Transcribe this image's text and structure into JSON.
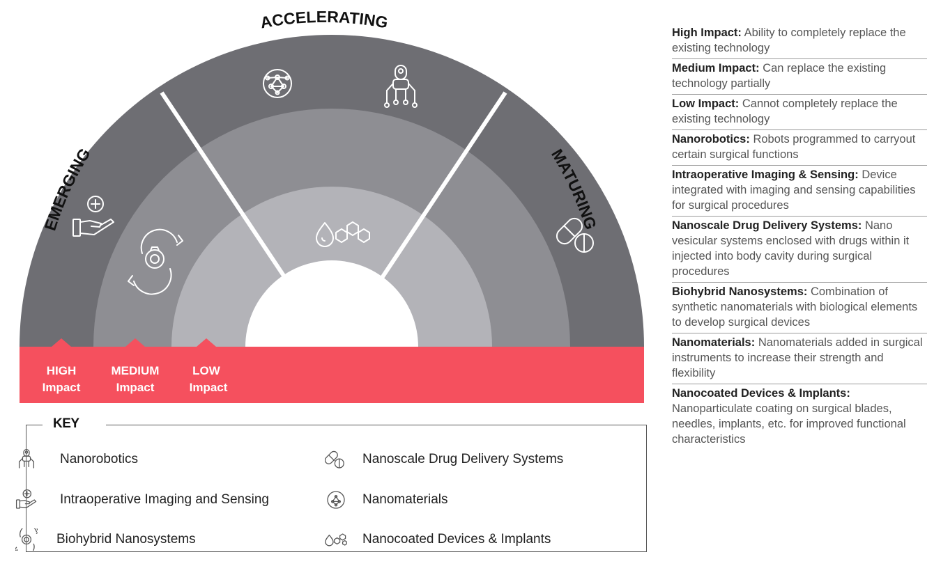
{
  "rings": {
    "emerging": "EMERGING",
    "accelerating": "ACCELERATING",
    "maturing": "MATURING"
  },
  "impact_levels": [
    {
      "level": "HIGH",
      "word": "Impact"
    },
    {
      "level": "MEDIUM",
      "word": "Impact"
    },
    {
      "level": "LOW",
      "word": "Impact"
    }
  ],
  "colors": {
    "outer_band": "#6e6e73",
    "middle_band": "#8e8e93",
    "inner_band": "#b3b3b8",
    "impact_bar": "#f5505e",
    "divider": "#ffffff"
  },
  "placements": [
    {
      "icon": "imaging-hand-icon",
      "technology": "Intraoperative Imaging and Sensing",
      "stage": "Emerging",
      "impact": "High"
    },
    {
      "icon": "biohybrid-cycle-icon",
      "technology": "Biohybrid Nanosystems",
      "stage": "Emerging",
      "impact": "Medium"
    },
    {
      "icon": "nanomaterials-network-icon",
      "technology": "Nanomaterials",
      "stage": "Accelerating",
      "impact": "High"
    },
    {
      "icon": "nanorobot-icon",
      "technology": "Nanorobotics",
      "stage": "Accelerating",
      "impact": "High"
    },
    {
      "icon": "nanocoated-molecule-icon",
      "technology": "Nanocoated Devices & Implants",
      "stage": "Accelerating",
      "impact": "Low"
    },
    {
      "icon": "capsule-pill-icon",
      "technology": "Nanoscale Drug Delivery Systems",
      "stage": "Maturing",
      "impact": "High"
    }
  ],
  "key": {
    "title": "KEY",
    "items": [
      {
        "icon": "nanorobot-icon",
        "label": "Nanorobotics"
      },
      {
        "icon": "imaging-hand-icon",
        "label": "Intraoperative Imaging and Sensing"
      },
      {
        "icon": "biohybrid-cycle-icon",
        "label": "Biohybrid Nanosystems"
      },
      {
        "icon": "capsule-pill-icon",
        "label": "Nanoscale Drug Delivery Systems"
      },
      {
        "icon": "nanomaterials-network-icon",
        "label": "Nanomaterials"
      },
      {
        "icon": "nanocoated-molecule-icon",
        "label": "Nanocoated Devices & Implants"
      }
    ]
  },
  "definitions": [
    {
      "term": "High Impact:",
      "text": "Ability to completely replace the existing technology"
    },
    {
      "term": "Medium Impact:",
      "text": "Can replace the existing technology partially"
    },
    {
      "term": "Low Impact:",
      "text": "Cannot completely replace the existing technology"
    },
    {
      "term": "Nanorobotics:",
      "text": "Robots programmed to carryout certain surgical functions"
    },
    {
      "term": "Intraoperative Imaging & Sensing:",
      "text": "Device integrated with imaging and sensing capabilities for surgical procedures"
    },
    {
      "term": "Nanoscale Drug Delivery Systems:",
      "text": "Nano vesicular systems enclosed with drugs within it injected into body cavity during surgical procedures"
    },
    {
      "term": "Biohybrid Nanosystems:",
      "text": "Combination of synthetic nanomaterials with biological elements to develop surgical devices"
    },
    {
      "term": "Nanomaterials:",
      "text": "Nanomaterials added in surgical instruments to increase their strength and flexibility"
    },
    {
      "term": "Nanocoated Devices & Implants:",
      "text": "Nanoparticulate coating on surgical blades, needles, implants, etc. for improved functional characteristics"
    }
  ]
}
